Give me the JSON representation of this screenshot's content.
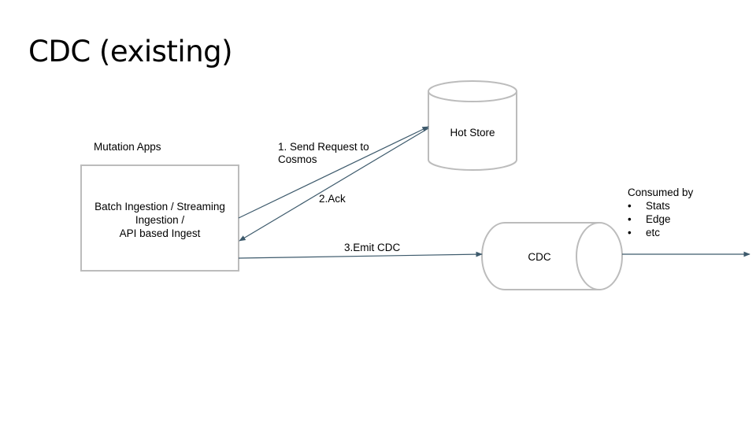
{
  "slide": {
    "title": "CDC (existing)"
  },
  "nodes": {
    "mutation_apps": {
      "label": "Mutation Apps",
      "box_lines": [
        "Batch Ingestion / Streaming",
        "Ingestion /",
        "API based Ingest"
      ]
    },
    "hot_store": {
      "label": "Hot Store",
      "shape": "cylinder-vertical"
    },
    "cdc": {
      "label": "CDC",
      "shape": "cylinder-horizontal"
    }
  },
  "edges": [
    {
      "id": "send-request",
      "label_lines": [
        "1. Send Request to",
        "Cosmos"
      ],
      "from": "mutation_apps",
      "to": "hot_store"
    },
    {
      "id": "ack",
      "label": "2.Ack",
      "from": "hot_store",
      "to": "mutation_apps"
    },
    {
      "id": "emit-cdc",
      "label": "3.Emit CDC",
      "from": "mutation_apps",
      "to": "cdc"
    },
    {
      "id": "consume",
      "label": "",
      "from": "cdc",
      "to": "consumers"
    }
  ],
  "consumers": {
    "heading": "Consumed by",
    "items": [
      "Stats",
      "Edge",
      "etc"
    ]
  },
  "colors": {
    "shape_stroke": "#bcbcbc",
    "arrow": "#3d5a6c",
    "text": "#000000"
  }
}
